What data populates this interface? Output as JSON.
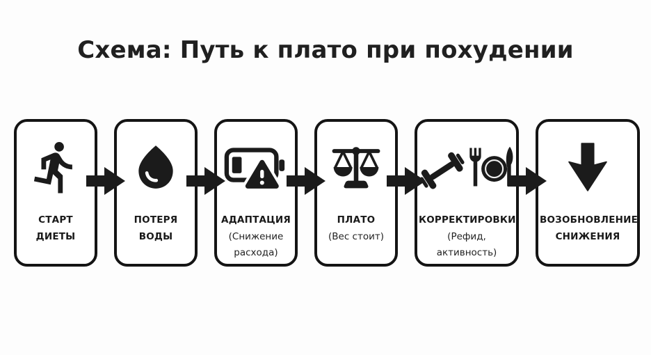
{
  "title": "Схема: Путь к плато при похудении",
  "colors": {
    "background": "#fdfdfd",
    "ink": "#1b1b1b",
    "box_border": "#141414",
    "box_fill": "#ffffff",
    "text": "#1a1a1a"
  },
  "flow_direction": "left-to-right",
  "connector_count": 5,
  "steps": [
    {
      "icon": "runner-icon",
      "label_lines": [
        "СТАРТ",
        "ДИЕТЫ"
      ],
      "note_lines": []
    },
    {
      "icon": "water-drop-icon",
      "label_lines": [
        "ПОТЕРЯ",
        "ВОДЫ"
      ],
      "note_lines": []
    },
    {
      "icon": "low-battery-warning-icon",
      "label_lines": [
        "АДАПТАЦИЯ"
      ],
      "note_lines": [
        "(Снижение",
        "расхода)"
      ]
    },
    {
      "icon": "balance-scale-icon",
      "label_lines": [
        "ПЛАТО"
      ],
      "note_lines": [
        "(Вес стоит)"
      ]
    },
    {
      "icon": "dumbbell-and-meal-icon",
      "label_lines": [
        "КОРРЕКТИРОВКИ"
      ],
      "note_lines": [
        "(Рефид,",
        "активность)"
      ]
    },
    {
      "icon": "down-arrow-icon",
      "label_lines": [
        "ВОЗОБНОВЛЕНИЕ",
        "СНИЖЕНИЯ"
      ],
      "note_lines": []
    }
  ]
}
